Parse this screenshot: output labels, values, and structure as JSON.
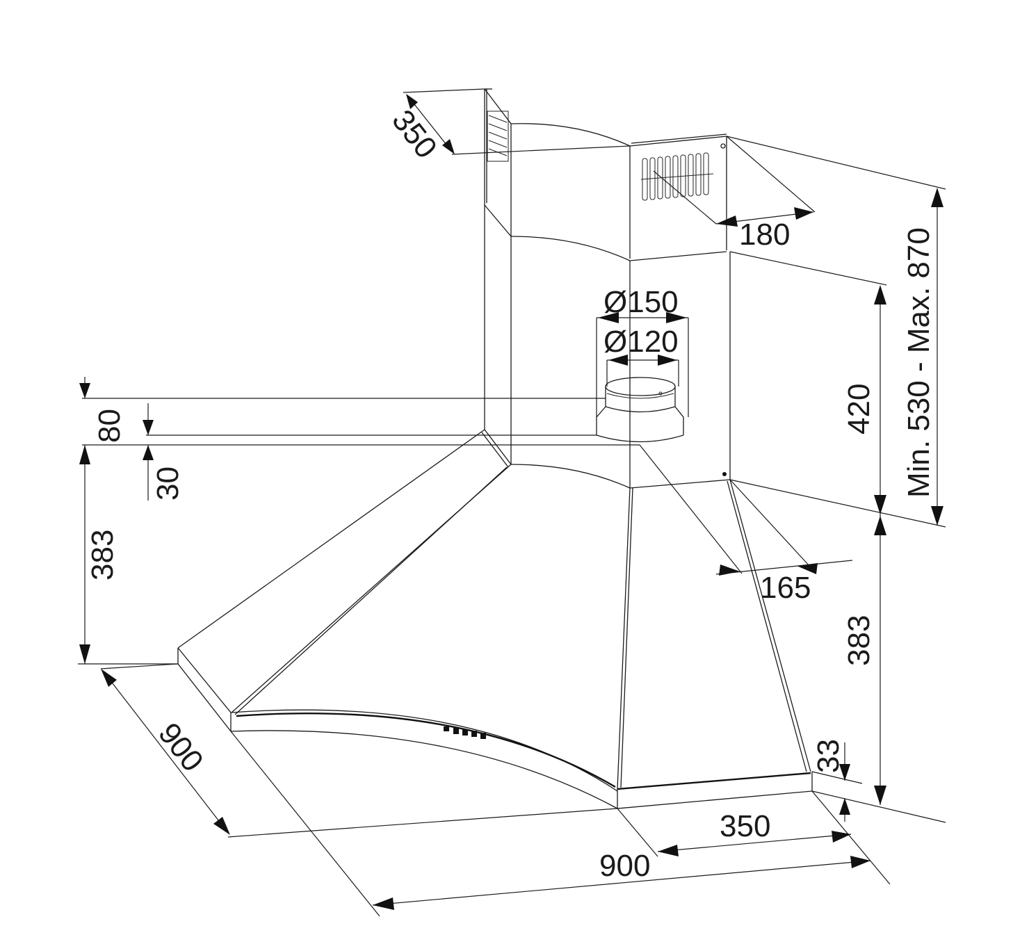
{
  "dimensions": {
    "chimney_depth_top": "350",
    "vent_width": "180",
    "chimney_height_range": "Min. 530 - Max. 870",
    "chimney_lower": "420",
    "outlet_outer_diameter": "Ø150",
    "outlet_inner_diameter": "Ø120",
    "collar_height": "80",
    "flange_height": "30",
    "hood_height_left": "383",
    "hood_height_right": "383",
    "chimney_depth_base": "165",
    "rim_thickness": "33",
    "side_depth_left": "900",
    "side_depth_right": "350",
    "front_width": "900"
  }
}
